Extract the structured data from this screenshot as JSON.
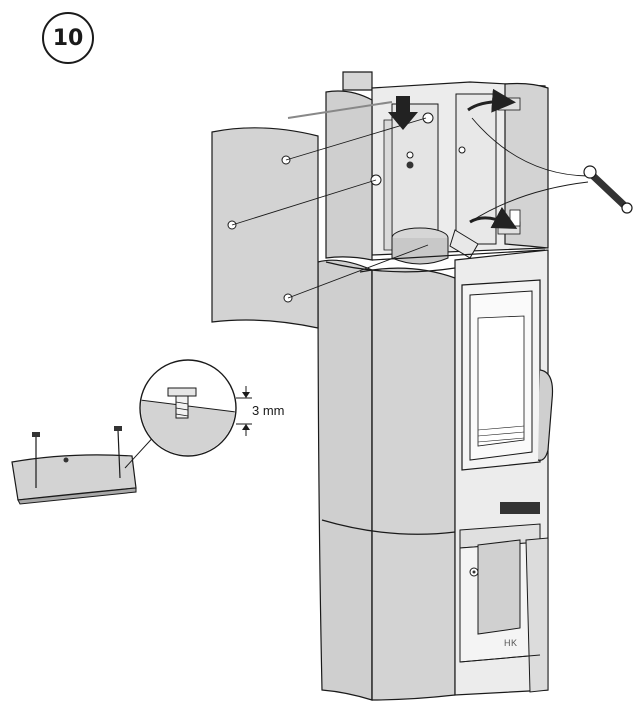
{
  "step": {
    "number": "10"
  },
  "callout": {
    "dimension_label": "3 mm"
  },
  "stove": {
    "mark": "HK"
  },
  "colors": {
    "panel_fill": "#d3d3d3",
    "panel_dark": "#bdbdbd",
    "frame_fill": "#ececec",
    "line": "#1a1a1a",
    "arrow": "#222222"
  },
  "icons": [
    "wrench-icon",
    "screw-icon",
    "rotate-arrow-icon",
    "down-arrow-icon"
  ]
}
